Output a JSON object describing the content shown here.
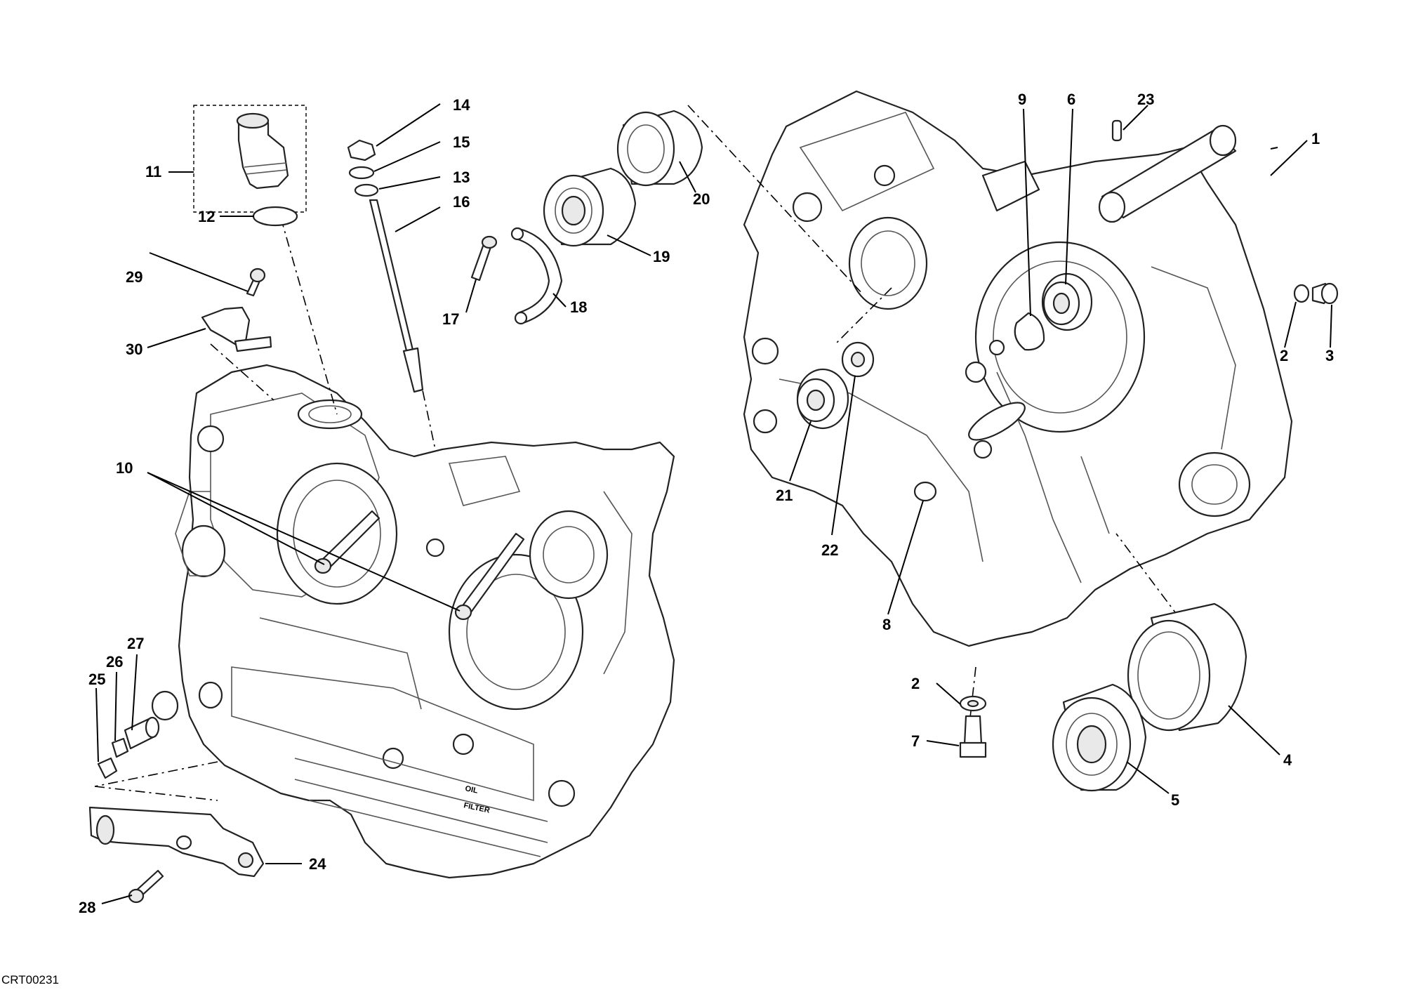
{
  "drawing_code": "CRT00231",
  "callouts": [
    "1",
    "2",
    "3",
    "4",
    "5",
    "6",
    "7",
    "8",
    "9",
    "10",
    "11",
    "12",
    "13",
    "14",
    "15",
    "16",
    "17",
    "18",
    "19",
    "20",
    "21",
    "22",
    "23",
    "24",
    "25",
    "26",
    "27",
    "28",
    "29",
    "30"
  ],
  "callout_2_second": "2",
  "embossed": {
    "oil": "OIL",
    "filter": "FILTER"
  }
}
